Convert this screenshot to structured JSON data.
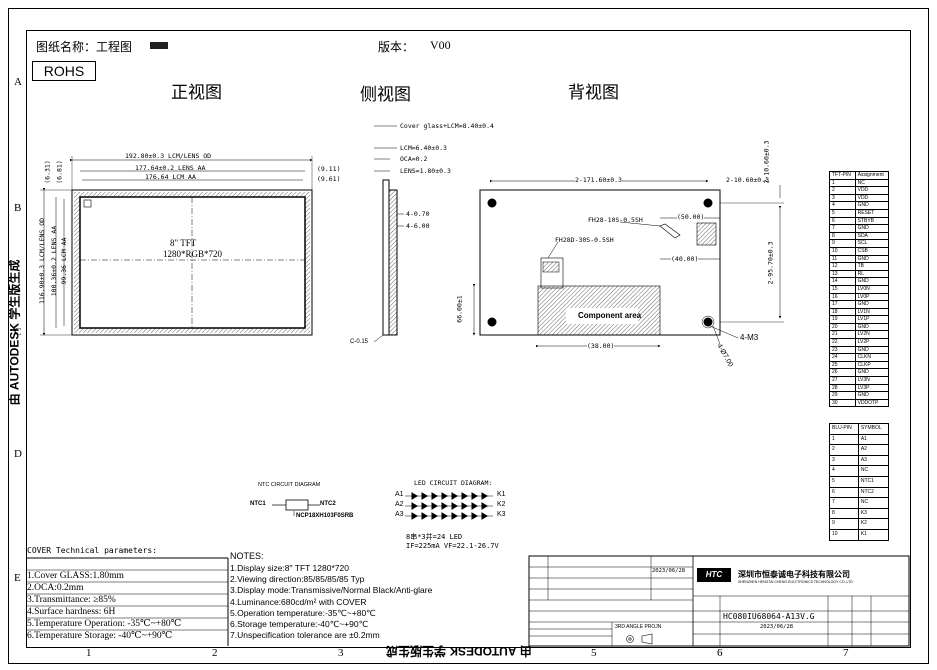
{
  "header": {
    "drawing_name_label": "图纸名称：工程图",
    "version_label": "版本：",
    "version_value": "V00",
    "rohs": "ROHS"
  },
  "views": {
    "front": "正视图",
    "side": "侧视图",
    "back": "背视图"
  },
  "zones": {
    "columns": [
      "1",
      "2",
      "3",
      "4",
      "5",
      "6",
      "7"
    ],
    "rows": [
      "A",
      "B",
      "C",
      "D",
      "E"
    ]
  },
  "watermark": "由 AUTODESK 学生版生成",
  "front_view": {
    "dims": {
      "outline_od": "192.80±0.3 LCM/LENS OD",
      "lens_aa": "177.64±0.2 LENS AA",
      "lcm_aa": "176.64 LCM AA",
      "right_1": "(9.11)",
      "right_2": "(9.61)",
      "left_1": "(6.31)",
      "left_2": "(6.81)",
      "v_od": "116.90±0.3 LCM/LENS OD",
      "v_lens_aa": "100.36±0.2 LENS AA",
      "v_lcm_aa": "99.36 LCM AA"
    },
    "center_label_1": "8\"   TFT",
    "center_label_2": "1280*RGB*720"
  },
  "side_view": {
    "cover_glass": "Cover glass+LCM=8.40±0.4",
    "lcm": "LCM=6.40±0.3",
    "oca": "OCA=0.2",
    "lens": "LENS=1.80±0.3",
    "d1": "4-0.70",
    "d2": "4-6.00",
    "c_label": "C-0.15"
  },
  "back_view": {
    "top_dim": "2-171.60±0.3",
    "top_right_dim": "2-10.60±0.3",
    "right_dim_top": "2-10.60±0.3",
    "right_dim_v": "2-95.70±0.3",
    "fh_label_1": "FH28-10S-0.5SH",
    "fh_label_2": "FH28D-30S-0.5SH",
    "dim_50": "(50.00)",
    "dim_40": "(40.00)",
    "dim_38": "(38.00)",
    "dim_66": "66.00±1",
    "component_area": "Component area",
    "holes": "4-M3",
    "hole_dia": "4-Ø7.00"
  },
  "tft_pin_table": {
    "headers": [
      "TFT-PIN",
      "Assignment"
    ],
    "rows": [
      [
        "1",
        "NC"
      ],
      [
        "2",
        "VDD"
      ],
      [
        "3",
        "VDD"
      ],
      [
        "4",
        "GND"
      ],
      [
        "5",
        "RESET"
      ],
      [
        "6",
        "STBYB"
      ],
      [
        "7",
        "GND"
      ],
      [
        "8",
        "SDA"
      ],
      [
        "9",
        "SCL"
      ],
      [
        "10",
        "CSB"
      ],
      [
        "11",
        "GND"
      ],
      [
        "12",
        "TB"
      ],
      [
        "13",
        "RL"
      ],
      [
        "14",
        "GND"
      ],
      [
        "15",
        "LV0N"
      ],
      [
        "16",
        "LV0P"
      ],
      [
        "17",
        "GND"
      ],
      [
        "18",
        "LV1N"
      ],
      [
        "19",
        "LV1P"
      ],
      [
        "20",
        "GND"
      ],
      [
        "21",
        "LV2N"
      ],
      [
        "22",
        "LV2P"
      ],
      [
        "23",
        "GND"
      ],
      [
        "24",
        "CLKN"
      ],
      [
        "25",
        "CLKP"
      ],
      [
        "26",
        "GND"
      ],
      [
        "27",
        "LV3N"
      ],
      [
        "28",
        "LV3P"
      ],
      [
        "29",
        "GND"
      ],
      [
        "30",
        "VDDOTP"
      ]
    ]
  },
  "blu_pin_table": {
    "headers": [
      "BLU-PIN",
      "SYMBOL"
    ],
    "rows": [
      [
        "1",
        "A1"
      ],
      [
        "2",
        "A2"
      ],
      [
        "3",
        "A3"
      ],
      [
        "4",
        "NC"
      ],
      [
        "5",
        "NTC1"
      ],
      [
        "6",
        "NTC2"
      ],
      [
        "7",
        "NC"
      ],
      [
        "8",
        "K3"
      ],
      [
        "9",
        "K2"
      ],
      [
        "10",
        "K1"
      ]
    ]
  },
  "ntc_circuit": {
    "title": "NTC CIRCUIT DIAGRAM",
    "left": "NTC1",
    "right": "NTC2",
    "part": "NCP18XH103F0SRB"
  },
  "led_circuit": {
    "title": "LED CIRCUIT DIAGRAM:",
    "anodes": [
      "A1",
      "A2",
      "A3"
    ],
    "cathodes": [
      "K1",
      "K2",
      "K3"
    ],
    "desc_1": "8串*3并=24 LED",
    "desc_2": "IF=225mA  VF=22.1-26.7V"
  },
  "cover": {
    "title": "COVER Technical parameters:",
    "items": [
      "1.Cover GLASS:1.80mm",
      "2.OCA:0.2mm",
      "3.Transmittance: ≥85%",
      "4.Surface hardness: 6H",
      "5.Temperature Operation: -35℃~+80℃",
      "6.Temperature Storage: -40℃~+90℃"
    ]
  },
  "notes": {
    "title": "NOTES:",
    "items": [
      "1.Display size:8\" TFT 1280*720",
      "2.Viewing direction:85/85/85/85 Typ",
      "3.Display mode:Transmissive/Normal Black/Anti-glare",
      "4.Luminance:680cd/m² with COVER",
      "5.Operation temperature:-35℃~+80℃",
      "6.Storage temperature:-40℃~+90℃",
      "7.Unspecification tolerance are ±0.2mm"
    ]
  },
  "title_block": {
    "company": "深圳市恒泰诚电子科技有限公司",
    "company_en": "SHENZHEN HENGTAI CHENG ELECTRONICS TECHNOLOGY CO.,LTD",
    "part_no": "HC080IU68064-A13V.G",
    "date_1": "2023/06/28",
    "date_2": "2023/06/28",
    "projection": "3RD ANGLE PROJN"
  },
  "colors": {
    "line": "#000000",
    "hatch": "#444444",
    "bg": "#ffffff"
  }
}
